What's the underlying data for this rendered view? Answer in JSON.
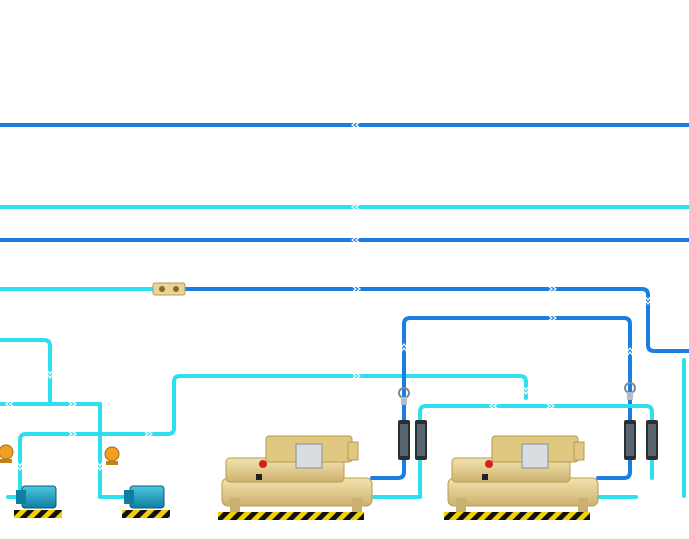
{
  "colors": {
    "supply_pipe": "#1a7fe0",
    "return_pipe": "#2ee0ee",
    "chiller_body": "#e8d49a",
    "chiller_shadow": "#c9b070",
    "pump_body": "#1aa6c8",
    "valve_orange": "#f0a020",
    "hazard_yellow": "#f5d000",
    "hazard_black": "#111111"
  },
  "icons": {
    "chiller": "chiller-icon",
    "pump": "pump-icon",
    "valve": "valve-icon",
    "filter": "filter-icon",
    "flow_arrow": "flow-arrow-icon"
  },
  "equipment": {
    "chillers": [
      {
        "id": "chiller-1",
        "brand_badge": "brand-badge-icon"
      },
      {
        "id": "chiller-2",
        "brand_badge": "brand-badge-icon"
      }
    ],
    "pumps": [
      {
        "id": "pump-1"
      },
      {
        "id": "pump-2"
      }
    ]
  }
}
